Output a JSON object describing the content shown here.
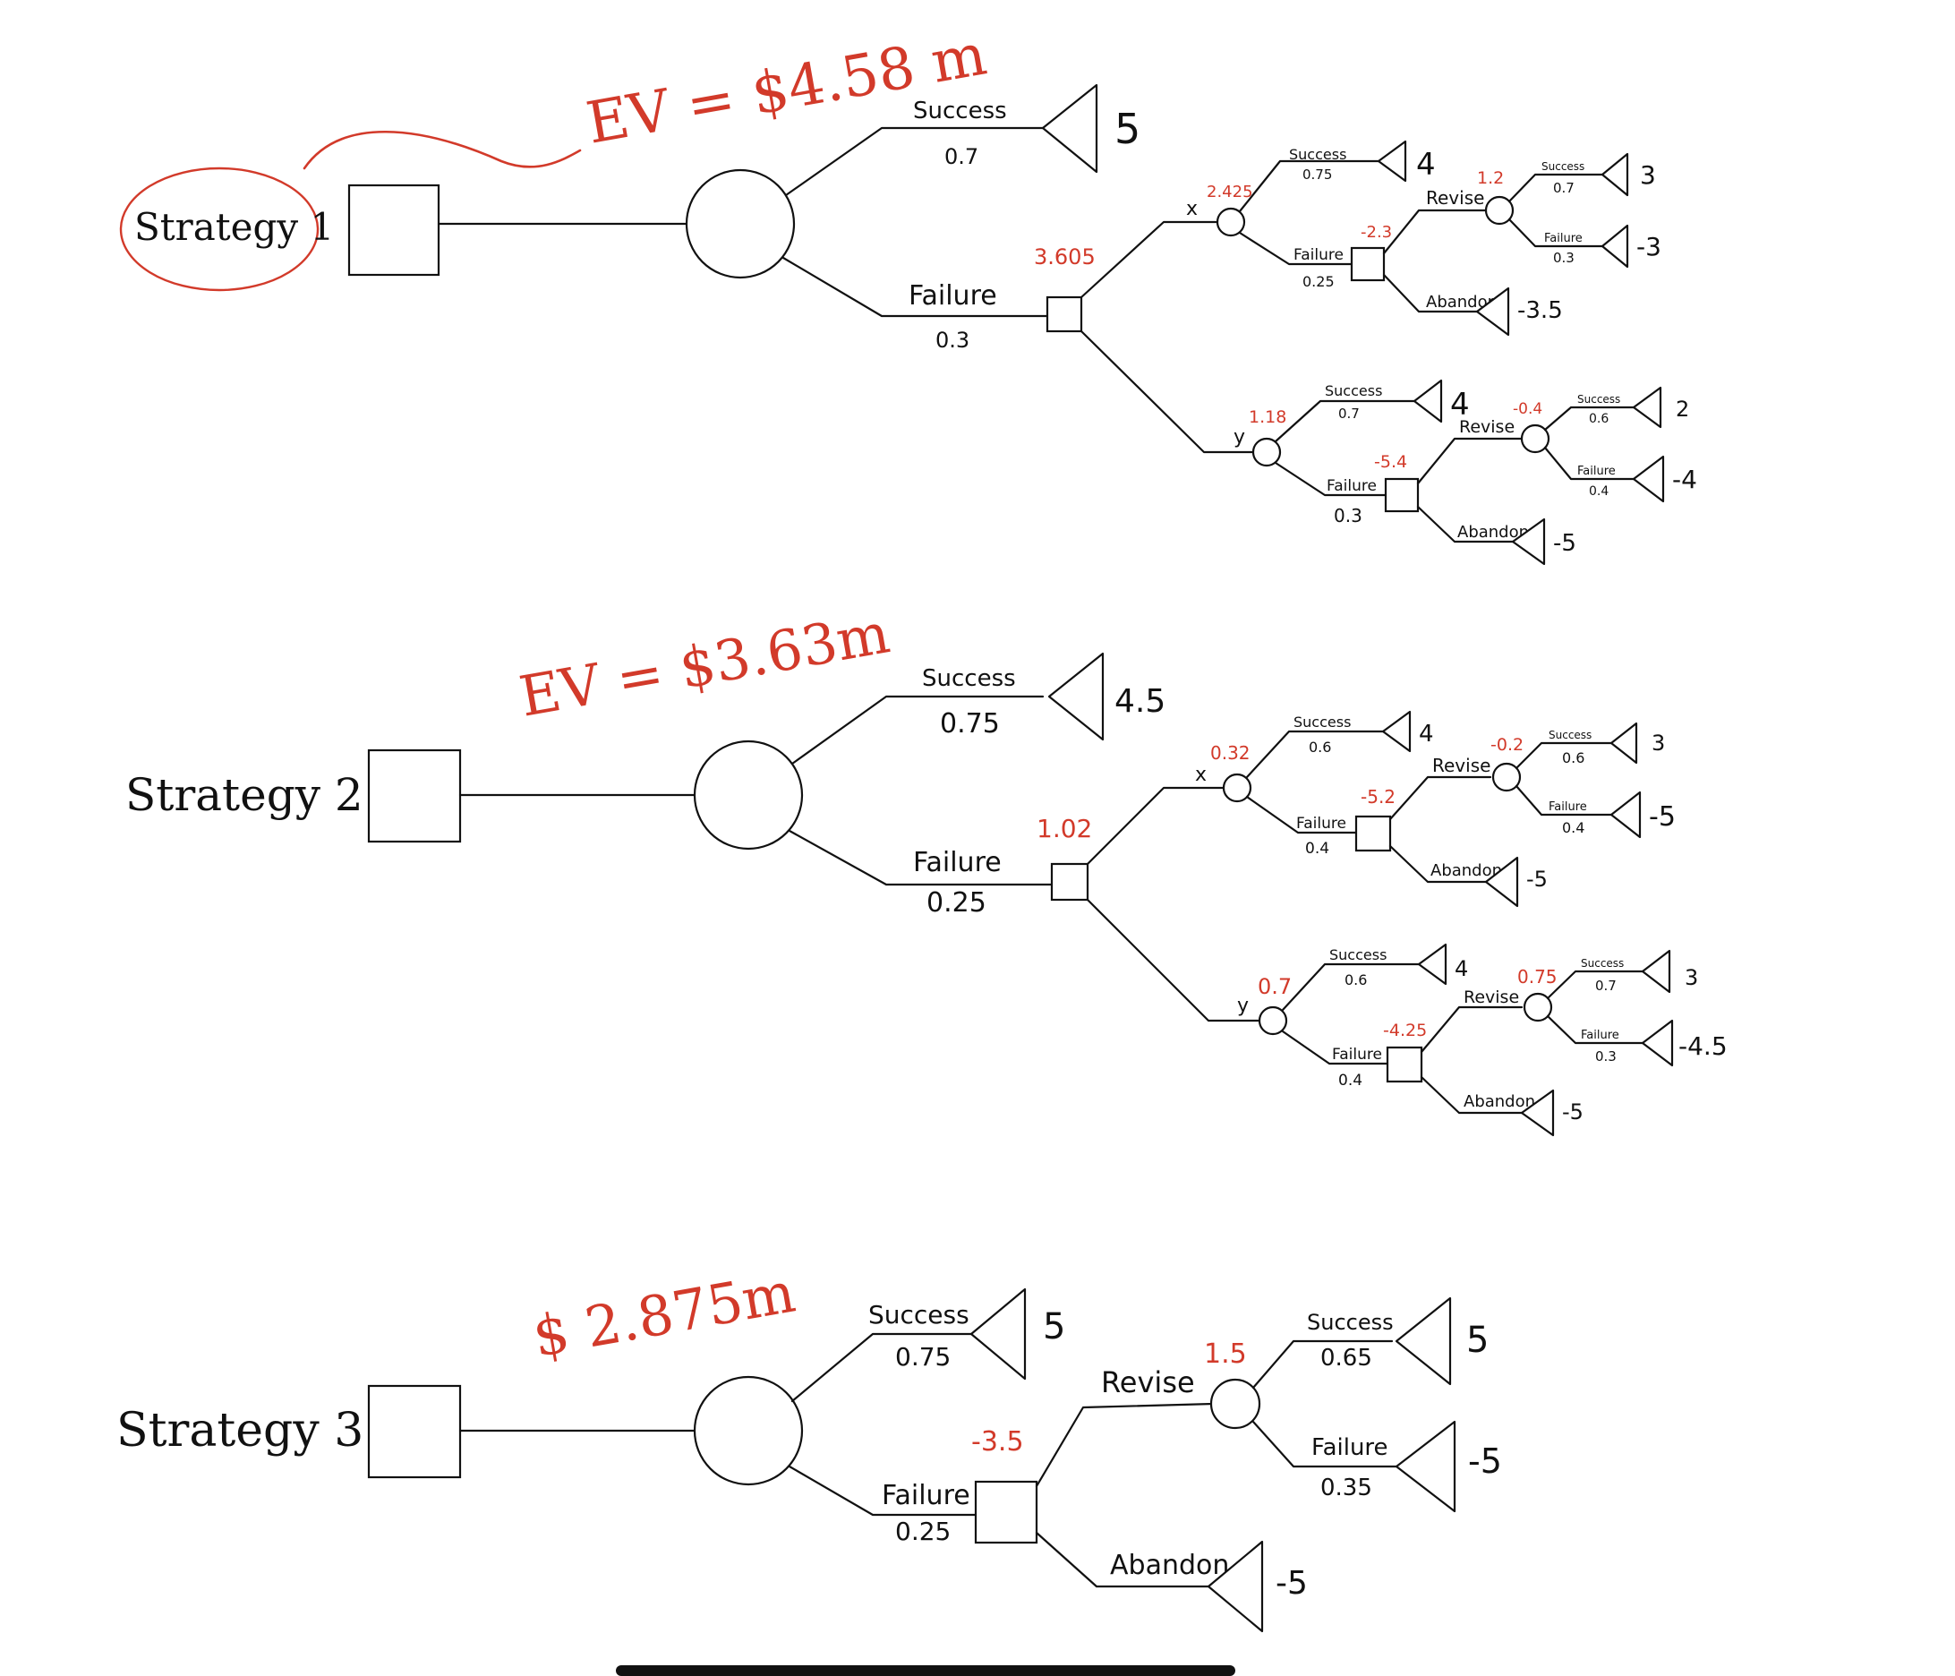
{
  "colors": {
    "ink": "#111111",
    "annotation": "#d23a2a",
    "background": "#ffffff"
  },
  "strategy1": {
    "label": "Strategy 1",
    "ev": "EV = $4.58 m",
    "success": {
      "label": "Success",
      "prob": "0.7",
      "payoff": "5"
    },
    "failure": {
      "label": "Failure",
      "prob": "0.3",
      "value": "3.605"
    },
    "x": {
      "label": "x",
      "value": "2.425",
      "success": {
        "label": "Success",
        "prob": "0.75",
        "payoff": "4"
      },
      "failure": {
        "label": "Failure",
        "prob": "0.25",
        "value": "-2.3"
      },
      "revise": {
        "label": "Revise",
        "value": "1.2",
        "success": {
          "label": "Success",
          "prob": "0.7",
          "payoff": "3"
        },
        "failure": {
          "label": "Failure",
          "prob": "0.3",
          "payoff": "-3"
        }
      },
      "abandon": {
        "label": "Abandon",
        "payoff": "-3.5"
      }
    },
    "y": {
      "label": "y",
      "value": "1.18",
      "success": {
        "label": "Success",
        "prob": "0.7",
        "payoff": "4"
      },
      "failure": {
        "label": "Failure",
        "prob": "0.3",
        "value": "-5.4"
      },
      "revise": {
        "label": "Revise",
        "value": "-0.4",
        "success": {
          "label": "Success",
          "prob": "0.6",
          "payoff": "2"
        },
        "failure": {
          "label": "Failure",
          "prob": "0.4",
          "payoff": "-4"
        }
      },
      "abandon": {
        "label": "Abandon",
        "payoff": "-5"
      }
    }
  },
  "strategy2": {
    "label": "Strategy 2",
    "ev": "EV = $3.63m",
    "success": {
      "label": "Success",
      "prob": "0.75",
      "payoff": "4.5"
    },
    "failure": {
      "label": "Failure",
      "prob": "0.25",
      "value": "1.02"
    },
    "x": {
      "label": "x",
      "value": "0.32",
      "success": {
        "label": "Success",
        "prob": "0.6",
        "payoff": "4"
      },
      "failure": {
        "label": "Failure",
        "prob": "0.4",
        "value": "-5.2"
      },
      "revise": {
        "label": "Revise",
        "value": "-0.2",
        "success": {
          "label": "Success",
          "prob": "0.6",
          "payoff": "3"
        },
        "failure": {
          "label": "Failure",
          "prob": "0.4",
          "payoff": "-5"
        }
      },
      "abandon": {
        "label": "Abandon",
        "payoff": "-5"
      }
    },
    "y": {
      "label": "y",
      "value": "0.7",
      "success": {
        "label": "Success",
        "prob": "0.6",
        "payoff": "4"
      },
      "failure": {
        "label": "Failure",
        "prob": "0.4",
        "value": "-4.25"
      },
      "revise": {
        "label": "Revise",
        "value": "0.75",
        "success": {
          "label": "Success",
          "prob": "0.7",
          "payoff": "3"
        },
        "failure": {
          "label": "Failure",
          "prob": "0.3",
          "payoff": "-4.5"
        }
      },
      "abandon": {
        "label": "Abandon",
        "payoff": "-5"
      }
    }
  },
  "strategy3": {
    "label": "Strategy 3",
    "ev": "$ 2.875m",
    "success": {
      "label": "Success",
      "prob": "0.75",
      "payoff": "5"
    },
    "failure": {
      "label": "Failure",
      "prob": "0.25",
      "value": "-3.5"
    },
    "revise": {
      "label": "Revise",
      "value": "1.5",
      "success": {
        "label": "Success",
        "prob": "0.65",
        "payoff": "5"
      },
      "failure": {
        "label": "Failure",
        "prob": "0.35",
        "payoff": "-5"
      }
    },
    "abandon": {
      "label": "Abandon",
      "payoff": "-5"
    }
  }
}
